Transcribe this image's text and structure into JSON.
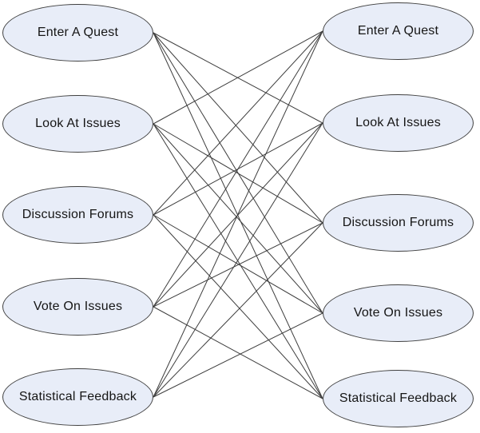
{
  "diagram": {
    "type": "bipartite-concept-map",
    "nodes": {
      "left": [
        {
          "label": "Enter A Quest"
        },
        {
          "label": "Look At Issues"
        },
        {
          "label": "Discussion Forums"
        },
        {
          "label": "Vote On Issues"
        },
        {
          "label": "Statistical Feedback"
        }
      ],
      "right": [
        {
          "label": "Enter A Quest"
        },
        {
          "label": "Look At Issues"
        },
        {
          "label": "Discussion Forums"
        },
        {
          "label": "Vote On Issues"
        },
        {
          "label": "Statistical Feedback"
        }
      ]
    },
    "edges": [
      [
        0,
        1
      ],
      [
        0,
        2
      ],
      [
        0,
        3
      ],
      [
        0,
        4
      ],
      [
        1,
        0
      ],
      [
        1,
        2
      ],
      [
        1,
        3
      ],
      [
        1,
        4
      ],
      [
        2,
        0
      ],
      [
        2,
        1
      ],
      [
        2,
        3
      ],
      [
        2,
        4
      ],
      [
        3,
        0
      ],
      [
        3,
        1
      ],
      [
        3,
        2
      ],
      [
        3,
        4
      ],
      [
        4,
        0
      ],
      [
        4,
        1
      ],
      [
        4,
        2
      ],
      [
        4,
        3
      ]
    ],
    "colors": {
      "background": "#ffffff",
      "node_fill": "#e8edf8",
      "node_border": "#404040",
      "edge_line": "#3d3d3d",
      "text": "#151515"
    }
  }
}
